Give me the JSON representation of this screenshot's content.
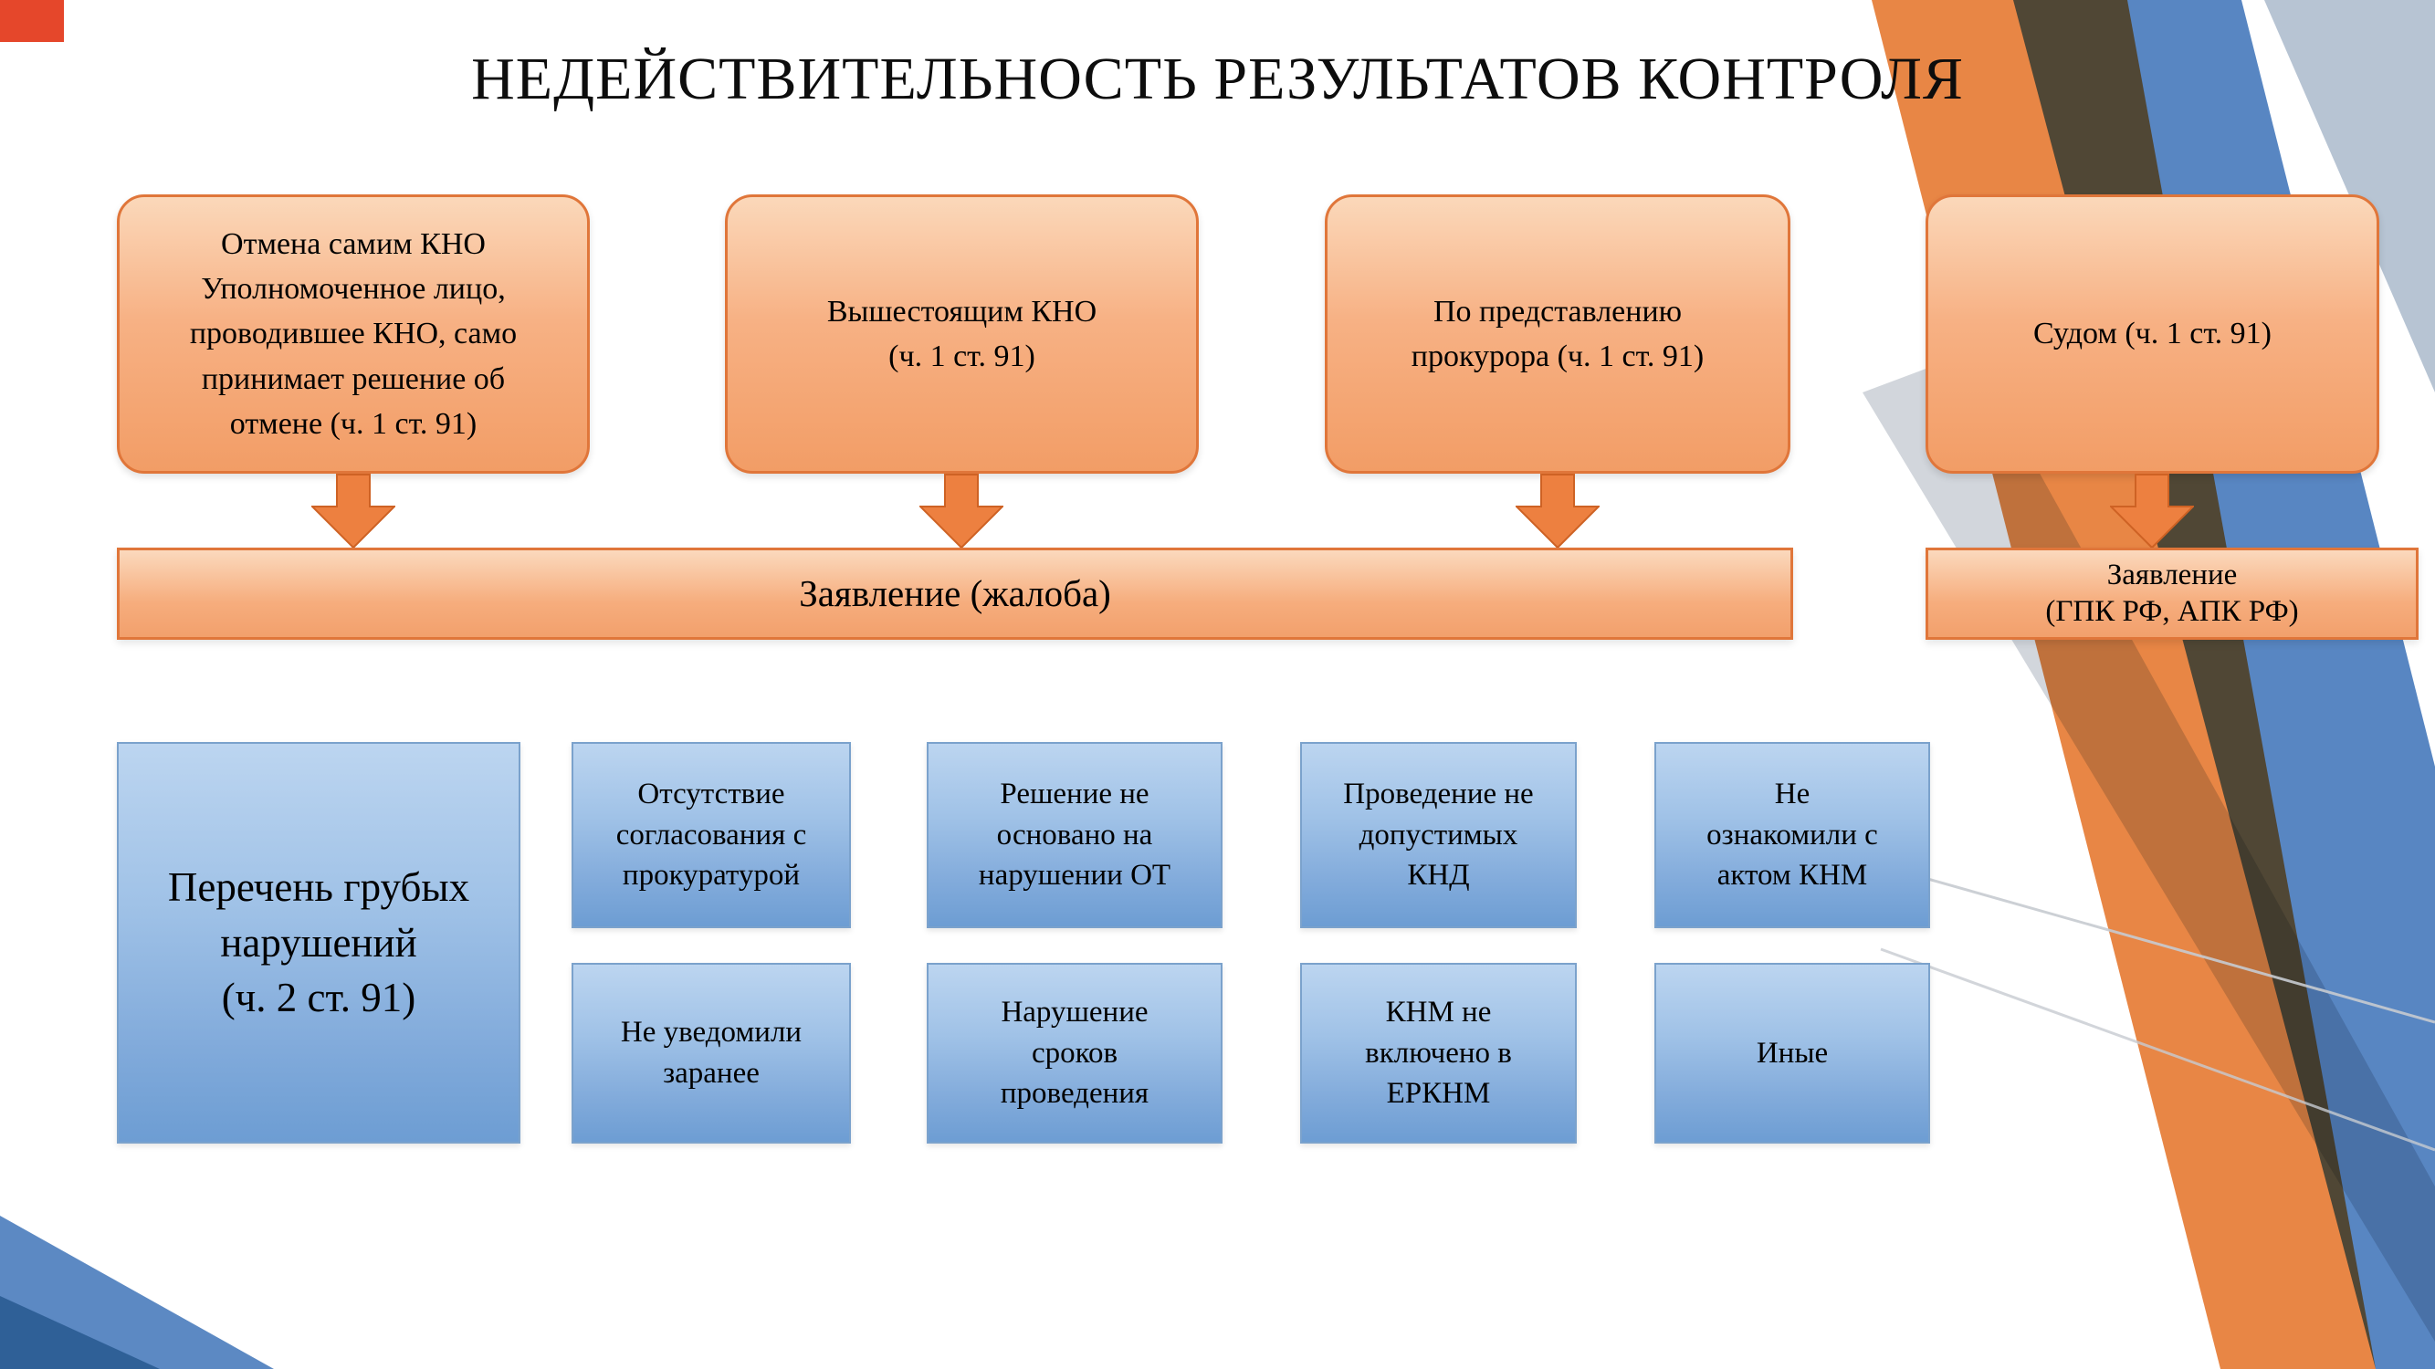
{
  "colors": {
    "orange_accent": "#ED7D31",
    "orange_border": "#E0763A",
    "blue_accent": "#5B9BD5",
    "blue_dark": "#2E75B6",
    "corner_square": "#E5472B"
  },
  "title": "НЕДЕЙСТВИТЕЛЬНОСТЬ РЕЗУЛЬТАТОВ КОНТРОЛЯ",
  "cancellation_routes": [
    {
      "label": "Отмена самим КНО\nУполномоченное лицо,\nпроводившее КНО, само\nпринимает решение об\nотмене (ч. 1 ст. 91)"
    },
    {
      "label": "Вышестоящим КНО\n(ч. 1 ст. 91)"
    },
    {
      "label": "По представлению\nпрокурора (ч. 1 ст. 91)"
    },
    {
      "label": "Судом (ч. 1 ст. 91)"
    }
  ],
  "application_bar": {
    "label": "Заявление (жалоба)"
  },
  "court_application_bar": {
    "label": "Заявление\n(ГПК РФ, АПК РФ)"
  },
  "violations": {
    "header": "Перечень грубых\nнарушений\n(ч. 2 ст. 91)",
    "items": [
      "Отсутствие\nсогласования с\nпрокуратурой",
      "Решение не\nосновано на\nнарушении ОТ",
      "Проведение не\nдопустимых\nКНД",
      "Не\nознакомили с\nактом КНМ",
      "Не уведомили\nзаранее",
      "Нарушение\nсроков\nпроведения",
      "КНМ не\nвключено в\nЕРКНМ",
      "Иные"
    ]
  }
}
